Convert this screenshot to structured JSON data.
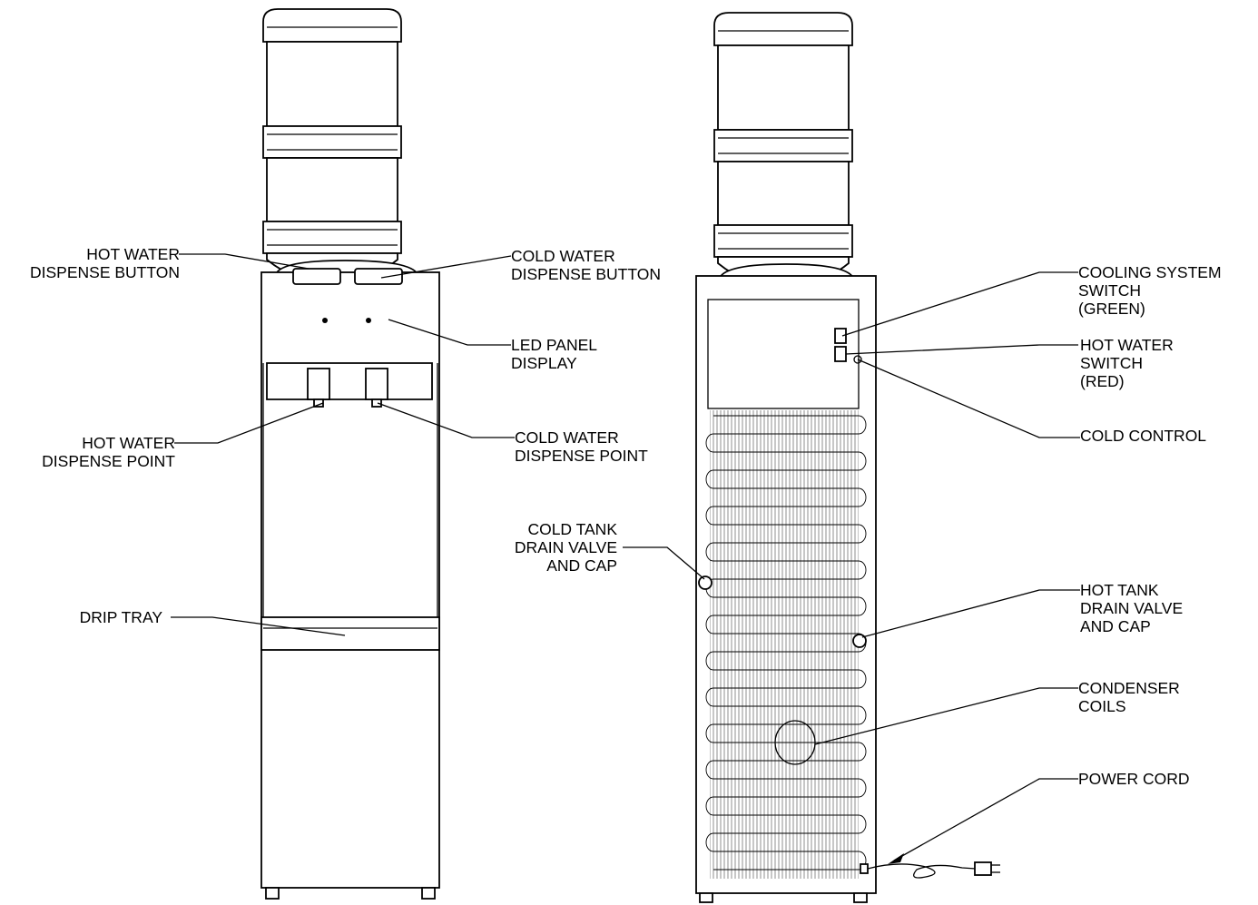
{
  "front_labels": {
    "hot_dispense_button": [
      "HOT WATER",
      "DISPENSE BUTTON"
    ],
    "cold_dispense_button": [
      "COLD WATER",
      "DISPENSE BUTTON"
    ],
    "led_panel": [
      "LED PANEL",
      "DISPLAY"
    ],
    "hot_dispense_point": [
      "HOT WATER",
      "DISPENSE POINT"
    ],
    "cold_dispense_point": [
      "COLD WATER",
      "DISPENSE POINT"
    ],
    "drip_tray": [
      "DRIP TRAY"
    ]
  },
  "back_labels": {
    "cooling_switch": [
      "COOLING SYSTEM",
      "SWITCH",
      "(GREEN)"
    ],
    "hot_switch": [
      "HOT WATER",
      "SWITCH",
      "(RED)"
    ],
    "cold_control": [
      "COLD CONTROL"
    ],
    "cold_tank_drain": [
      "COLD TANK",
      "DRAIN VALVE",
      "AND CAP"
    ],
    "hot_tank_drain": [
      "HOT TANK",
      "DRAIN VALVE",
      "AND CAP"
    ],
    "condenser_coils": [
      "CONDENSER",
      "COILS"
    ],
    "power_cord": [
      "POWER CORD"
    ]
  }
}
